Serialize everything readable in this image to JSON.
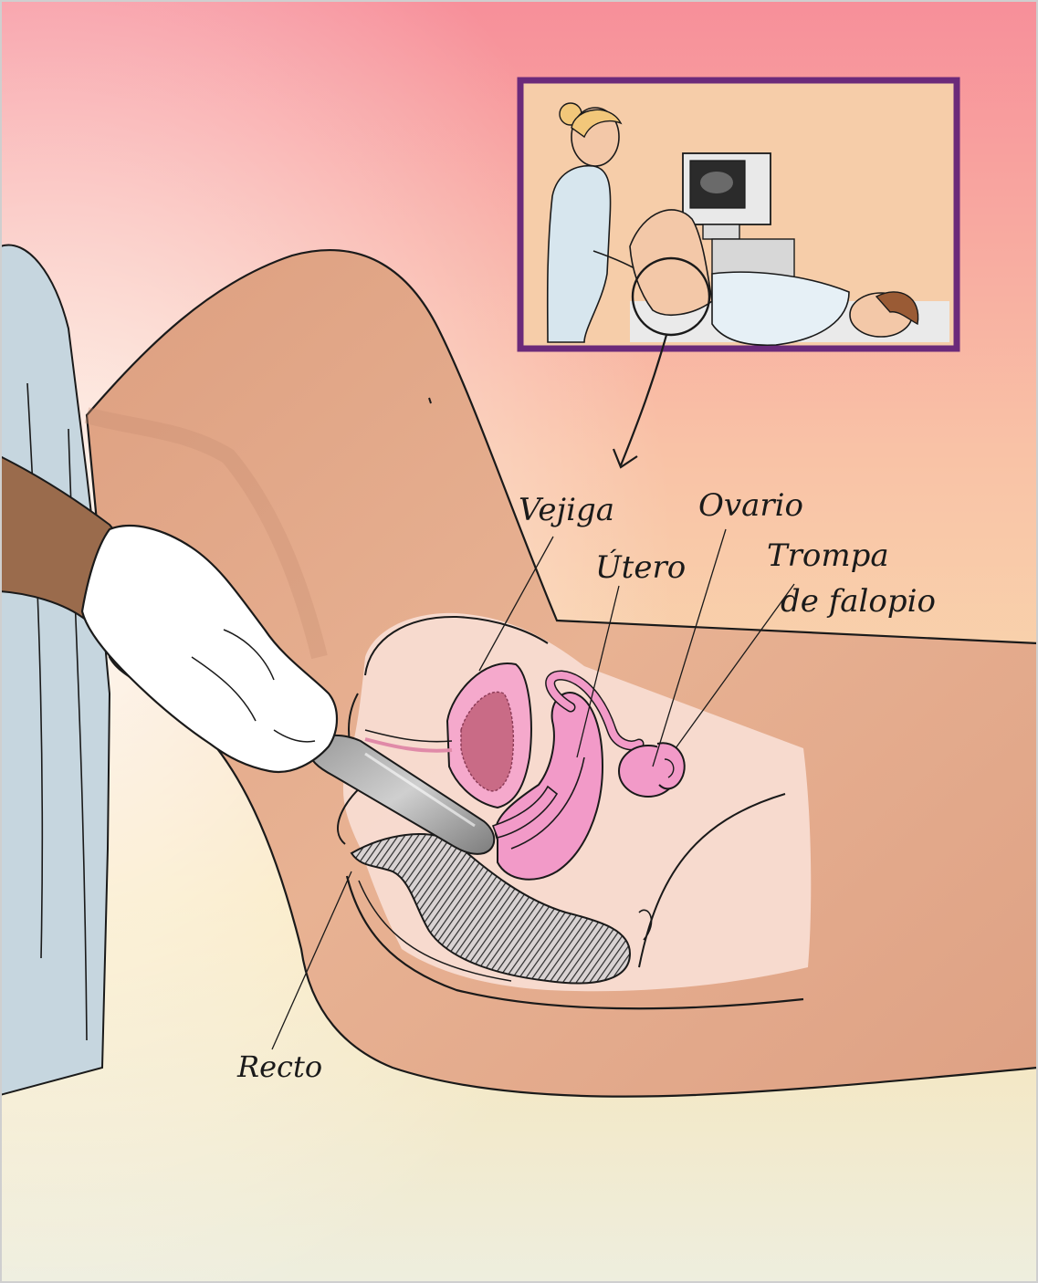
{
  "labels": {
    "bladder": "Vejiga",
    "uterus": "Útero",
    "ovary": "Ovario",
    "tube_line1": "Trompa",
    "tube_line2": "de falopio",
    "rectum": "Recto"
  },
  "colors": {
    "bg_top": "#f78f9a",
    "bg_bottom": "#f8e6b4",
    "skin": "#e8ad8e",
    "skin_shade": "#cf8e72",
    "pelvis_inner": "#f7d9cf",
    "organ_pink": "#f29ac8",
    "bladder_inner": "#c96b86",
    "frame": "#6b2a7a",
    "gown": "#c3d3dc",
    "glove": "#ffffff",
    "probe": "#8a8a8a"
  },
  "icons": [
    "nurse-figure",
    "ultrasound-monitor",
    "patient-figure",
    "magnifier-circle",
    "arrow-icon",
    "gloved-hand",
    "ultrasound-probe"
  ]
}
